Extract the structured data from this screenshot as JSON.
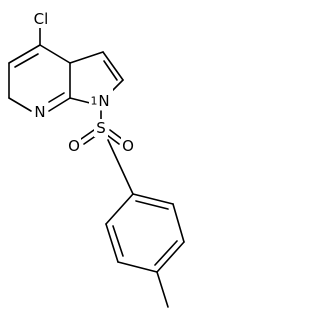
{
  "atoms": {
    "chlorine": "Cl",
    "pyridine_nitrogen": "N",
    "pyrrole_nitrogen": "N",
    "locant": "1",
    "sulfur": "S",
    "oxygen_left": "O",
    "oxygen_right": "O"
  },
  "colors": {
    "ink": "#000000",
    "background": "#ffffff"
  }
}
